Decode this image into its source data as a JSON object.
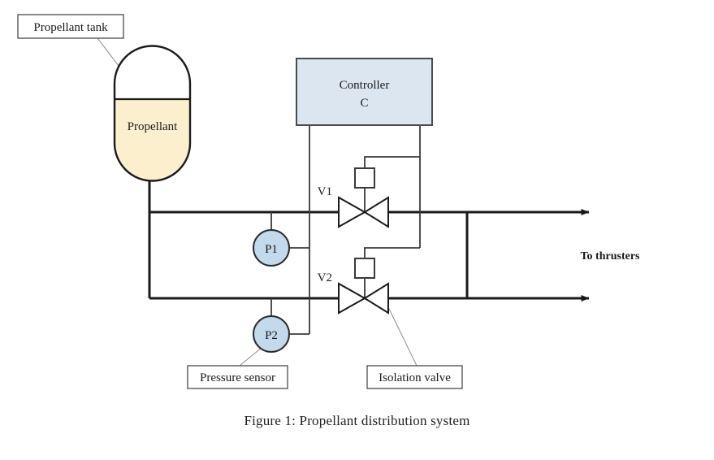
{
  "figure": {
    "caption": "Figure 1: Propellant distribution system",
    "background_color": "#ffffff",
    "line_color": "#1a1a1a"
  },
  "colors": {
    "tank_fill": "#fcefcd",
    "tank_empty": "#ffffff",
    "sensor_fill": "#c3d9ec",
    "controller_fill": "#dce6f1",
    "outline": "#2b2b2b",
    "leader_line": "#888888",
    "pipe": "#1a1a1a"
  },
  "tank": {
    "name": "propellant-tank",
    "contents_label": "Propellant",
    "callout_label": "Propellant tank",
    "fill_color": "#fcefcd"
  },
  "controller": {
    "name": "controller",
    "title": "Controller",
    "designator": "C",
    "fill_color": "#dce6f1"
  },
  "sensors": [
    {
      "name": "pressure-sensor-p1",
      "label": "P1",
      "fill_color": "#c3d9ec"
    },
    {
      "name": "pressure-sensor-p2",
      "label": "P2",
      "fill_color": "#c3d9ec"
    }
  ],
  "valves": [
    {
      "name": "isolation-valve-v1",
      "label": "V1"
    },
    {
      "name": "isolation-valve-v2",
      "label": "V2"
    }
  ],
  "callouts": [
    {
      "name": "callout-propellant-tank",
      "label": "Propellant tank"
    },
    {
      "name": "callout-pressure-sensor",
      "label": "Pressure sensor"
    },
    {
      "name": "callout-isolation-valve",
      "label": "Isolation valve"
    }
  ],
  "outputs": {
    "name": "to-thrusters",
    "label": "To thrusters"
  }
}
